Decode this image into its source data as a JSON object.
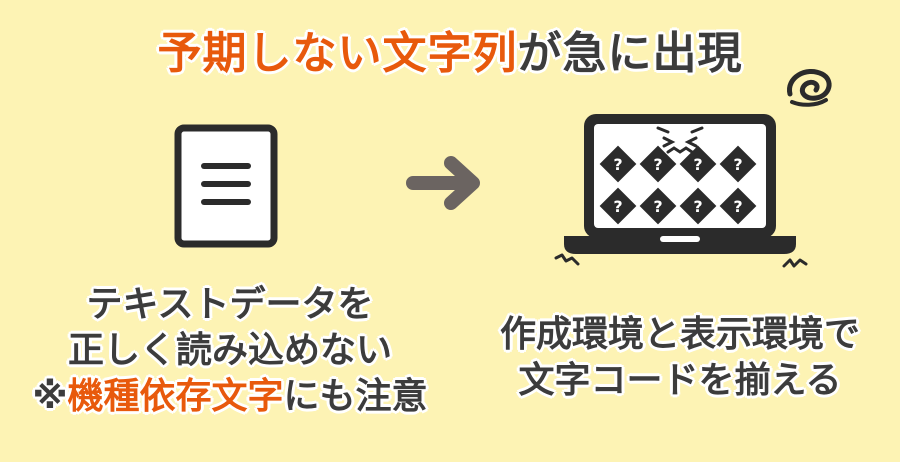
{
  "title": {
    "highlight": "予期しない文字列",
    "rest": "が急に出現"
  },
  "left_caption": {
    "line1": "テキストデータを",
    "line2": "正しく読み込めない",
    "line3_prefix": "※",
    "line3_highlight": "機種依存文字",
    "line3_suffix": "にも注意"
  },
  "right_caption": {
    "line1": "作成環境と表示環境で",
    "line2": "文字コードを揃える"
  },
  "placeholder_glyph": "?",
  "colors": {
    "background": "#fdf3b4",
    "accent": "#e8590c",
    "ink": "#3c3c3c",
    "arrow": "#6b6461"
  },
  "icons": [
    "document-icon",
    "arrow-right-icon",
    "laptop-icon",
    "dizzy-swirl-icon",
    "shake-lines-icon"
  ]
}
